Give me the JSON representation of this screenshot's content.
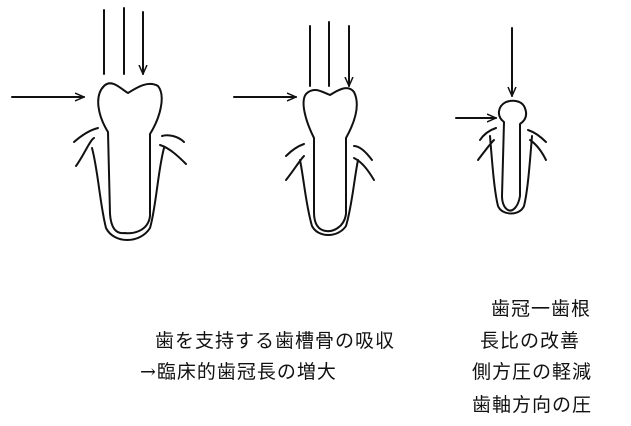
{
  "labels": {
    "middle_line1": "歯を支持する歯槽骨の吸収",
    "middle_line2": "→臨床的歯冠長の増大",
    "right_line1": "歯冠一歯根",
    "right_line2": "長比の改善",
    "right_line3": "側方圧の軽減",
    "right_line4": "歯軸方向の圧"
  }
}
